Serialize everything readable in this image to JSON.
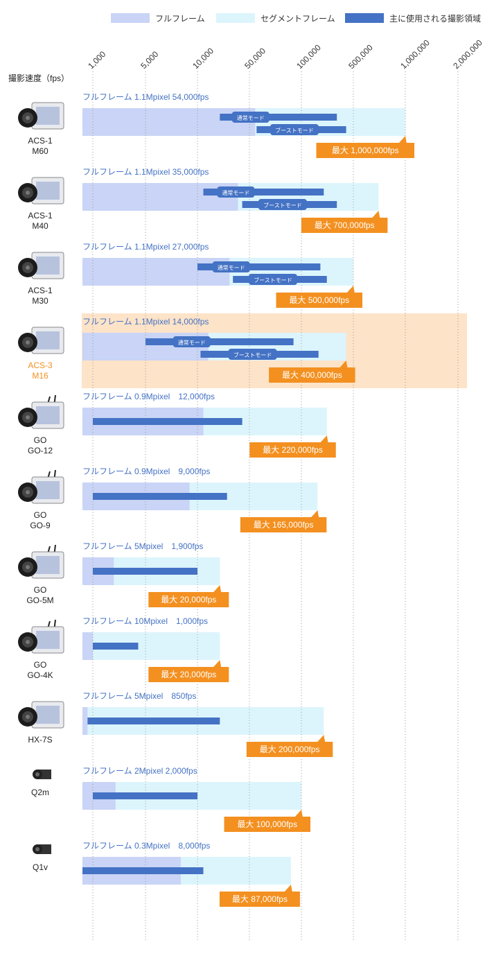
{
  "legend": {
    "full": "フルフレーム",
    "segment": "セグメントフレーム",
    "main": "主に使用される撮影領域"
  },
  "colors": {
    "full": "#c9d4f6",
    "segment": "#dcf5fc",
    "main": "#4472c4",
    "badge": "#f39020",
    "fulltext": "#4472c4",
    "highlight_row": "#fde3c8"
  },
  "chart_data": {
    "type": "bar",
    "title": "",
    "xlabel": "",
    "ylabel": "撮影速度（fps）",
    "x_scale": "custom-log",
    "x_ticks": [
      1000,
      5000,
      10000,
      50000,
      100000,
      500000,
      1000000,
      2000000
    ],
    "x_tick_labels": [
      "1,000",
      "5,000",
      "10,000",
      "50,000",
      "100,000",
      "500,000",
      "1,000,000",
      "2,000,000"
    ],
    "grid": true,
    "legend_position": "top-right",
    "series": [
      {
        "name": "フルフレーム"
      },
      {
        "name": "セグメントフレーム"
      },
      {
        "name": "主に使用される撮影領域"
      }
    ],
    "rows": [
      {
        "name_lines": [
          "ACS-1",
          "M60"
        ],
        "full_label": "フルフレーム 1.1Mpixel 54,000fps",
        "full_fps": 54000,
        "max_fps": 1000000,
        "max_label": "最大 1,000,000fps",
        "modes": [
          {
            "label": "通常モード",
            "start": 20000,
            "end": 300000
          },
          {
            "label": "ブーストモード",
            "start": 55000,
            "end": 400000
          }
        ]
      },
      {
        "name_lines": [
          "ACS-1",
          "M40"
        ],
        "full_label": "フルフレーム 1.1Mpixel 35,000fps",
        "full_fps": 35000,
        "max_fps": 700000,
        "max_label": "最大 700,000fps",
        "modes": [
          {
            "label": "通常モード",
            "start": 12000,
            "end": 200000
          },
          {
            "label": "ブーストモード",
            "start": 40000,
            "end": 300000
          }
        ]
      },
      {
        "name_lines": [
          "ACS-1",
          "M30"
        ],
        "full_label": "フルフレーム 1.1Mpixel 27,000fps",
        "full_fps": 27000,
        "max_fps": 500000,
        "max_label": "最大 500,000fps",
        "modes": [
          {
            "label": "通常モード",
            "start": 10000,
            "end": 180000
          },
          {
            "label": "ブーストモード",
            "start": 30000,
            "end": 220000
          }
        ]
      },
      {
        "name_lines": [
          "ACS-3",
          "M16"
        ],
        "highlight": true,
        "full_label": "フルフレーム 1.1Mpixel 14,000fps",
        "full_fps": 14000,
        "max_fps": 400000,
        "max_label": "最大 400,000fps",
        "modes": [
          {
            "label": "通常モード",
            "start": 5000,
            "end": 90000
          },
          {
            "label": "ブーストモード",
            "start": 11000,
            "end": 170000
          }
        ]
      },
      {
        "name_lines": [
          "GO",
          "GO-12"
        ],
        "full_label": "フルフレーム 0.9Mpixel　12,000fps",
        "full_fps": 12000,
        "max_fps": 220000,
        "max_label": "最大 220,000fps",
        "modes": [
          {
            "label": "",
            "start": 1000,
            "end": 40000
          }
        ]
      },
      {
        "name_lines": [
          "GO",
          "GO-9"
        ],
        "full_label": "フルフレーム 0.9Mpixel　9,000fps",
        "full_fps": 9000,
        "max_fps": 165000,
        "max_label": "最大 165,000fps",
        "modes": [
          {
            "label": "",
            "start": 1000,
            "end": 25000
          }
        ]
      },
      {
        "name_lines": [
          "GO",
          "GO-5M"
        ],
        "full_label": "フルフレーム 5Mpixel　1,900fps",
        "full_fps": 1900,
        "max_fps": 20000,
        "max_label": "最大 20,000fps",
        "modes": [
          {
            "label": "",
            "start": 1000,
            "end": 10000
          }
        ]
      },
      {
        "name_lines": [
          "GO",
          "GO-4K"
        ],
        "full_label": "フルフレーム 10Mpixel　1,000fps",
        "full_fps": 1000,
        "max_fps": 20000,
        "max_label": "最大 20,000fps",
        "modes": [
          {
            "label": "",
            "start": 1000,
            "end": 4000
          }
        ]
      },
      {
        "name_lines": [
          "HX-7S"
        ],
        "full_label": "フルフレーム 5Mpixel　850fps",
        "full_fps": 850,
        "max_fps": 200000,
        "max_label": "最大 200,000fps",
        "modes": [
          {
            "label": "",
            "start": 850,
            "end": 20000
          }
        ]
      },
      {
        "name_lines": [
          "Q2m"
        ],
        "full_label": "フルフレーム 2Mpixel 2,000fps",
        "full_fps": 2000,
        "max_fps": 100000,
        "max_label": "最大 100,000fps",
        "modes": [
          {
            "label": "",
            "start": 1000,
            "end": 10000
          }
        ]
      },
      {
        "name_lines": [
          "Q1v"
        ],
        "full_label": "フルフレーム 0.3Mpixel　8,000fps",
        "full_fps": 8000,
        "max_fps": 87000,
        "max_label": "最大 87,000fps",
        "modes": [
          {
            "label": "",
            "start": 500,
            "end": 12000
          }
        ]
      }
    ]
  }
}
